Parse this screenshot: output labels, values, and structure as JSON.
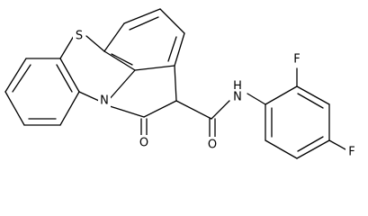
{
  "atom_labels": {
    "sulfur": "S",
    "ring_nitrogen": "N",
    "carbonyl_oxygen_lactam": "O",
    "carbonyl_oxygen_amide": "O",
    "amide_nitrogen": "N",
    "amide_hydrogen": "H",
    "fluorine_ortho": "F",
    "fluorine_para": "F"
  }
}
